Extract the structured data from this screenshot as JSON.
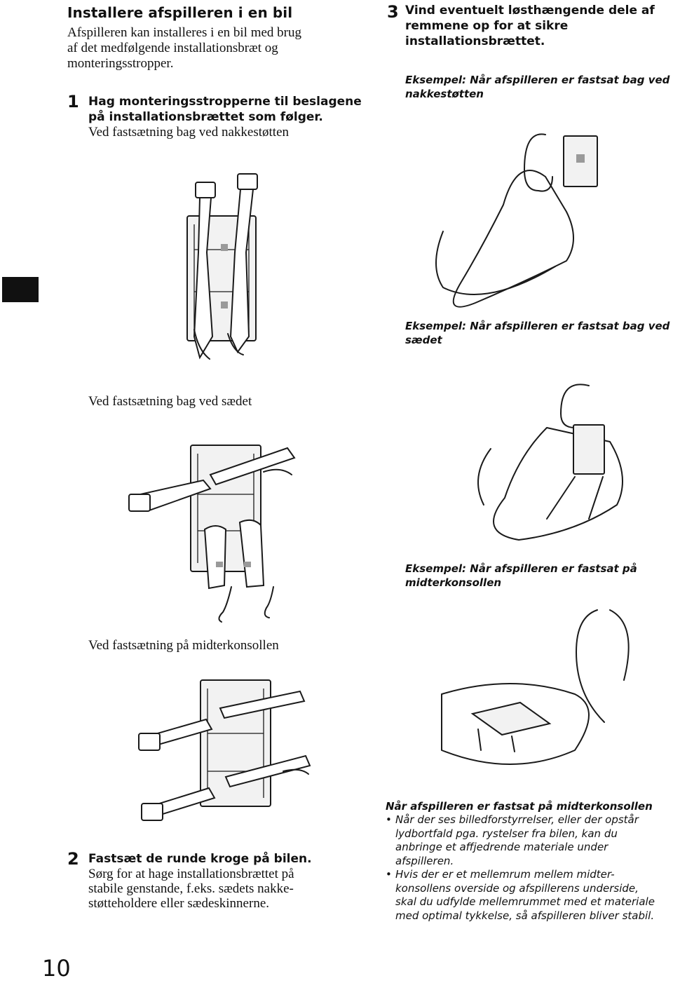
{
  "header": {
    "title": "Installere afspilleren i en bil",
    "intro": [
      "Afspilleren kan installeres i en bil med brug",
      "af det medfølgende installationsbræt og",
      "monteringsstropper."
    ]
  },
  "steps": [
    {
      "number": "1",
      "title_lines": [
        "Hag monteringsstropperne til beslagene",
        "på installationsbrættet som følger."
      ],
      "body_lines": [
        "Ved fastsætning bag ved nakkestøtten"
      ]
    },
    {
      "number": "2",
      "title_lines": [
        "Fastsæt de runde kroge på bilen."
      ],
      "body_lines": [
        "Sørg for at hage installationsbrættet på",
        "stabile genstande, f.eks. sædets nakke-",
        "støtteholdere eller sædeskinnerne."
      ]
    },
    {
      "number": "3",
      "title_lines": [
        "Vind eventuelt løsthængende dele af",
        "remmene op for at sikre",
        "installationsbrættet."
      ],
      "body_lines": []
    }
  ],
  "left_captions": {
    "seat": "Ved fastsætning bag ved sædet",
    "console": "Ved fastsætning på midterkonsollen"
  },
  "examples": {
    "headrest": [
      "Eksempel: Når afspilleren er fastsat bag ved",
      "nakkestøtten"
    ],
    "seat": [
      "Eksempel: Når afspilleren er fastsat bag ved",
      "sædet"
    ],
    "console": [
      "Eksempel: Når afspilleren er fastsat på",
      "midterkonsollen"
    ]
  },
  "note": {
    "title": "Når afspilleren er fastsat på midterkonsollen",
    "bullet": "•",
    "items": [
      [
        "Når der ses billedforstyrrelser, eller der opstår",
        "lydbortfald pga. rystelser fra bilen, kan du",
        "anbringe et affjedrende materiale under",
        "afspilleren."
      ],
      [
        "Hvis der er et mellemrum mellem midter-",
        "konsollens overside og afspillerens underside,",
        "skal du udfylde mellemrummet med et materiale",
        "med optimal tykkelse, så afspilleren bliver stabil."
      ]
    ]
  },
  "page_number": "10"
}
